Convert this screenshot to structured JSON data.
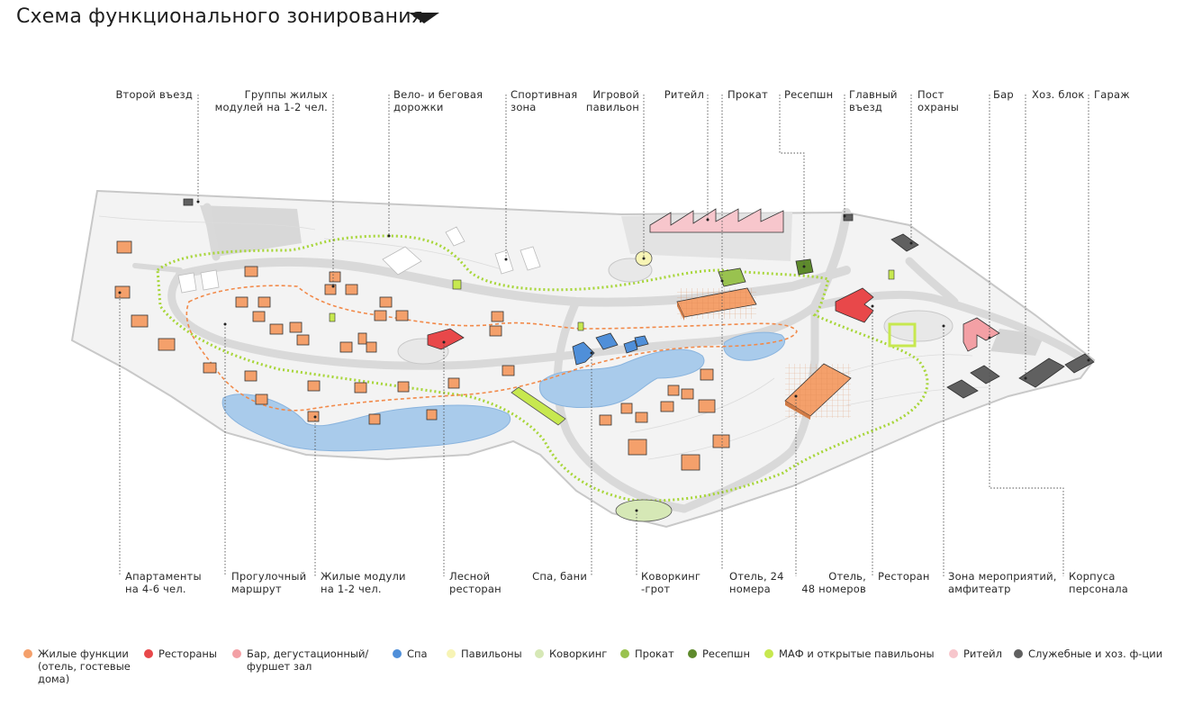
{
  "title": "Схема функционального зонирования",
  "labels_top": {
    "second_entry": "Второй въезд",
    "living_groups": "Группы жилых\nмодулей на 1-2 чел.",
    "tracks": "Вело- и беговая\nдорожки",
    "sport": "Спортивная\nзона",
    "game_pavilion": "Игровой\nпавильон",
    "retail": "Ритейл",
    "rental": "Прокат",
    "reception": "Ресепшн",
    "main_entry": "Главный\nвъезд",
    "guard_post": "Пост\nохраны",
    "bar": "Бар",
    "utility_block": "Хоз. блок",
    "garage": "Гараж"
  },
  "labels_bottom": {
    "apartments": "Апартаменты\nна 4-6 чел.",
    "walk_route": "Прогулочный\nмаршрут",
    "living_modules": "Жилые модули\nна 1-2 чел.",
    "forest_restaurant": "Лесной\nресторан",
    "spa": "Спа, бани",
    "coworking": "Коворкинг\n-грот",
    "hotel24": "Отель, 24\nномера",
    "hotel48": "Отель,\n48 номеров",
    "restaurant": "Ресторан",
    "events": "Зона мероприятий,\nамфитеатр",
    "staff": "Корпуса\nперсонала"
  },
  "legend": [
    {
      "label": "Жилые функции\n(отель, гостевые\nдома)",
      "color": "#f4a06b"
    },
    {
      "label": "Рестораны",
      "color": "#e8484a"
    },
    {
      "label": "Бар, дегустационный/\nфуршет зал",
      "color": "#f3a0a5"
    },
    {
      "label": "Спа",
      "color": "#4f8fd9"
    },
    {
      "label": "Павильоны",
      "color": "#f7f4b5"
    },
    {
      "label": "Коворкинг",
      "color": "#d6e8b6"
    },
    {
      "label": "Прокат",
      "color": "#99c24f"
    },
    {
      "label": "Ресепшн",
      "color": "#5e8a2c"
    },
    {
      "label": "МАФ и открытые павильоны",
      "color": "#c7e84f"
    },
    {
      "label": "Ритейл",
      "color": "#f7c6cc"
    },
    {
      "label": "Служебные и хоз. ф-ции",
      "color": "#606060"
    }
  ],
  "colors": {
    "residential": "#f4a06b",
    "restaurant": "#e8484a",
    "bar": "#f3a0a5",
    "spa": "#4f8fd9",
    "pavilion": "#f7f4b5",
    "coworking": "#d6e8b6",
    "rental": "#99c24f",
    "reception": "#5e8a2c",
    "maf": "#c7e84f",
    "retail": "#f7c6cc",
    "service": "#606060",
    "water": "#a9cbeb",
    "road": "#d9d9d9"
  }
}
